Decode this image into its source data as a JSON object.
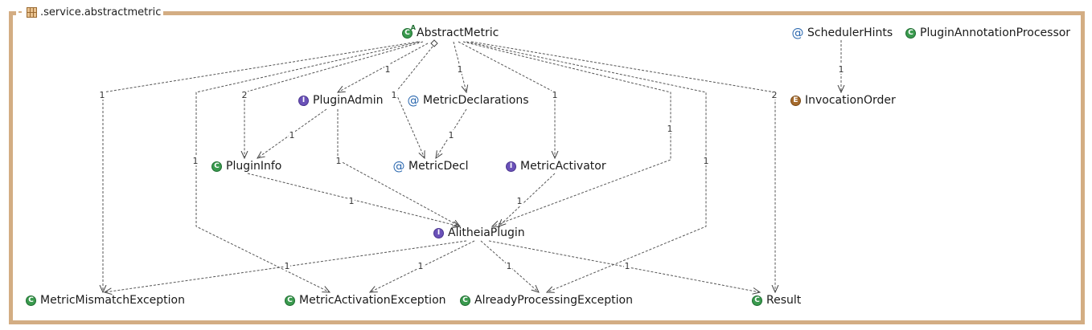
{
  "package": {
    "title": ".service.abstractmetric",
    "icon": "package-icon"
  },
  "colors": {
    "frame": "#d3ad83",
    "class": "#3a9a4e",
    "interface": "#6a51b8",
    "enum": "#a66b2c",
    "annotation": "#2e6ab0"
  },
  "nodes": {
    "abstract_metric": {
      "label": "AbstractMetric",
      "kind": "abstract-class"
    },
    "scheduler_hints": {
      "label": "SchedulerHints",
      "kind": "annotation"
    },
    "plugin_annotation_processor": {
      "label": "PluginAnnotationProcessor",
      "kind": "class"
    },
    "plugin_admin": {
      "label": "PluginAdmin",
      "kind": "interface"
    },
    "metric_declarations": {
      "label": "MetricDeclarations",
      "kind": "annotation"
    },
    "invocation_order": {
      "label": "InvocationOrder",
      "kind": "enum"
    },
    "plugin_info": {
      "label": "PluginInfo",
      "kind": "class"
    },
    "metric_decl": {
      "label": "MetricDecl",
      "kind": "annotation"
    },
    "metric_activator": {
      "label": "MetricActivator",
      "kind": "interface"
    },
    "alitheia_plugin": {
      "label": "AlitheiaPlugin",
      "kind": "interface"
    },
    "metric_mismatch_exception": {
      "label": "MetricMismatchException",
      "kind": "class"
    },
    "metric_activation_exception": {
      "label": "MetricActivationException",
      "kind": "class"
    },
    "already_processing_exception": {
      "label": "AlreadyProcessingException",
      "kind": "class"
    },
    "result": {
      "label": "Result",
      "kind": "class"
    }
  },
  "badges": {
    "class": "C",
    "interface": "I",
    "enum": "E",
    "annotation": "@"
  },
  "edges": [
    {
      "from": "AbstractMetric",
      "to": "MetricMismatchException",
      "label": "1"
    },
    {
      "from": "AbstractMetric",
      "to": "MetricActivationException",
      "label": "1"
    },
    {
      "from": "AbstractMetric",
      "to": "PluginInfo",
      "label": "2"
    },
    {
      "from": "AbstractMetric",
      "to": "PluginAdmin",
      "label": "1"
    },
    {
      "from": "AbstractMetric",
      "to": "MetricDecl",
      "label": "1"
    },
    {
      "from": "AbstractMetric",
      "to": "MetricDeclarations",
      "label": "1"
    },
    {
      "from": "AbstractMetric",
      "to": "MetricActivator",
      "label": "1"
    },
    {
      "from": "AbstractMetric",
      "to": "AlitheiaPlugin",
      "label": "1"
    },
    {
      "from": "AbstractMetric",
      "to": "AlreadyProcessingException",
      "label": "1"
    },
    {
      "from": "AbstractMetric",
      "to": "Result",
      "label": "2"
    },
    {
      "from": "SchedulerHints",
      "to": "InvocationOrder",
      "label": "1"
    },
    {
      "from": "PluginAdmin",
      "to": "PluginInfo",
      "label": "1"
    },
    {
      "from": "PluginAdmin",
      "to": "AlitheiaPlugin",
      "label": "1"
    },
    {
      "from": "MetricDeclarations",
      "to": "MetricDecl",
      "label": "1"
    },
    {
      "from": "PluginInfo",
      "to": "AlitheiaPlugin",
      "label": "1"
    },
    {
      "from": "MetricActivator",
      "to": "AlitheiaPlugin",
      "label": "1"
    },
    {
      "from": "AlitheiaPlugin",
      "to": "MetricMismatchException",
      "label": "1"
    },
    {
      "from": "AlitheiaPlugin",
      "to": "MetricActivationException",
      "label": "1"
    },
    {
      "from": "AlitheiaPlugin",
      "to": "AlreadyProcessingException",
      "label": "1"
    },
    {
      "from": "AlitheiaPlugin",
      "to": "Result",
      "label": "1"
    }
  ]
}
